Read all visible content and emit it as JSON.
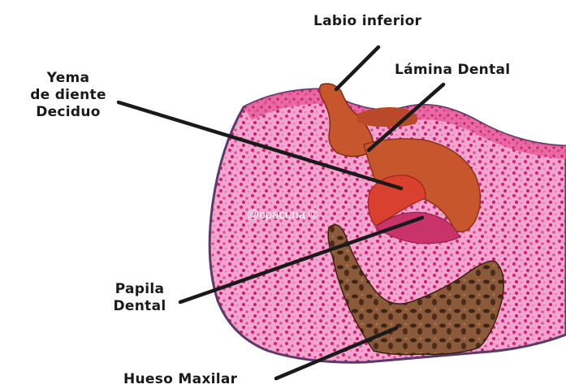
{
  "labels": {
    "labio_inferior": "Labio inferior",
    "lamina_dental": "Lámina Dental",
    "yema_line1": "Yema",
    "yema_line2": "de diente",
    "yema_line3": "Deciduo",
    "papila_line1": "Papila",
    "papila_line2": "Dental",
    "hueso_maxilar": "Hueso Maxilar"
  },
  "watermark": "@cpacuna ©",
  "colors": {
    "tissue": "#e8549a",
    "tissue_edge": "#5a3a6a",
    "lamina": "#c8562c",
    "bud": "#d9402e",
    "bone": "#6b3a1e",
    "bone_light": "#8a5a3a",
    "leader": "#1a1a1a",
    "label_text": "#1a1a1a"
  }
}
